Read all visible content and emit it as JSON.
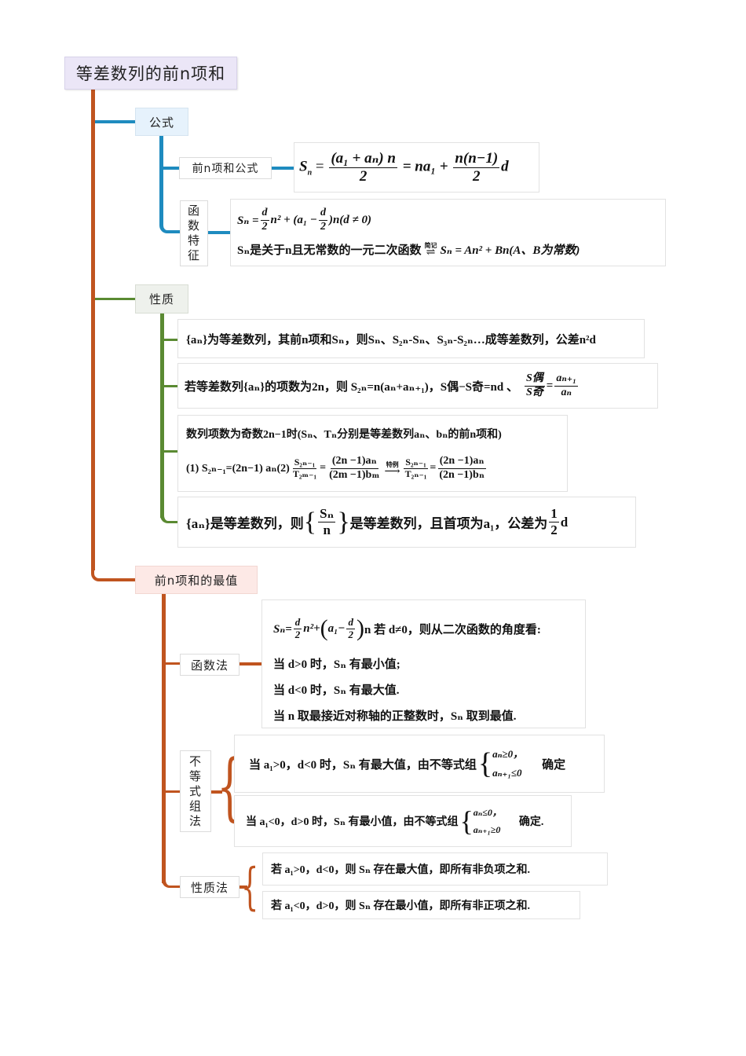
{
  "root": {
    "title": "等差数列的前n项和"
  },
  "colors": {
    "main_branch": "#c0541f",
    "formula_branch": "#1e8bbf",
    "property_branch": "#5a8a32",
    "root_bg": "#ebe6f7",
    "formula_bg": "#e6f2fc",
    "property_bg": "#eef1ec",
    "max_bg": "#fde9e6"
  },
  "formula": {
    "label": "公式",
    "sum_formula": {
      "label": "前n项和公式",
      "lhs": "S",
      "lhs_sub": "n",
      "frac1_num": "(a₁ + aₙ) n",
      "frac1_den": "2",
      "mid": "= na₁ +",
      "frac2_num": "n(n−1)",
      "frac2_den": "2",
      "tail": "d"
    },
    "function_feature": {
      "label_chars": [
        "函",
        "数",
        "特",
        "征"
      ],
      "line1_prefix": "Sₙ =",
      "line1_frac_num": "d",
      "line1_frac_den": "2",
      "line1_mid": "n² + (a₁ −",
      "line1_frac2_num": "d",
      "line1_frac2_den": "2",
      "line1_tail": ")n(d ≠ 0)",
      "line2_left": "Sₙ是关于n且无常数的一元二次函数",
      "arrow_label": "简记",
      "line2_right": "Sₙ = An² + Bn(A、B为常数)"
    }
  },
  "properties": {
    "label": "性质",
    "items": [
      {
        "text": "{aₙ}为等差数列，其前n项和Sₙ，则Sₙ、S₂ₙ-Sₙ、S₃ₙ-S₂ₙ…成等差数列，公差n²d"
      },
      {
        "text": "若等差数列{aₙ}的项数为2n，则 S₂ₙ=n(aₙ+aₙ₊₁)，S偶−S奇=nd 、",
        "frac_num_left": "S偶",
        "frac_den_left": "S奇",
        "eq": "=",
        "frac_num_right": "aₙ₊₁",
        "frac_den_right": "aₙ"
      },
      {
        "line1": "数列项数为奇数2n−1时(Sₙ、Tₙ分别是等差数列aₙ、bₙ的前n项和)",
        "line2_part1": "(1) S₂ₙ₋₁=(2n−1) aₙ(2)",
        "f1_num": "S₂ₙ₋₁",
        "f1_den": "T₂ₘ₋₁",
        "f2_num": "(2n −1)aₙ",
        "f2_den": "(2m −1)bₘ",
        "arrow_label": "特例",
        "f3_num": "S₂ₙ₋₁",
        "f3_den": "T₂ₙ₋₁",
        "f4_num": "(2n −1)aₙ",
        "f4_den": "(2n −1)bₙ"
      },
      {
        "part1": "{aₙ}是等差数列，则",
        "brace_num": "Sₙ",
        "brace_den": "n",
        "part2": "是等差数列，且首项为a₁，公差为",
        "half_num": "1",
        "half_den": "2",
        "tail": "d"
      }
    ]
  },
  "max_value": {
    "label": "前n项和的最值",
    "function_method": {
      "label": "函数法",
      "line1_prefix": "Sₙ=",
      "line1_frac_num": "d",
      "line1_frac_den": "2",
      "line1_mid": "n²+",
      "line1_paren": "a₁−",
      "line1_paren_frac_num": "d",
      "line1_paren_frac_den": "2",
      "line1_tail": "n 若 d≠0，则从二次函数的角度看:",
      "line2": "当 d>0 时，Sₙ 有最小值;",
      "line3": "当 d<0 时，Sₙ 有最大值.",
      "line4": "当 n 取最接近对称轴的正整数时，Sₙ 取到最值."
    },
    "inequality_method": {
      "label_chars": [
        "不",
        "等",
        "式",
        "组",
        "法"
      ],
      "case1": {
        "text": "当 a₁>0，d<0 时，Sₙ 有最大值，由不等式组",
        "cond1": "aₙ≥0，",
        "cond2": "aₙ₊₁≤0",
        "tail": "确定"
      },
      "case2": {
        "text": "当 a₁<0，d>0 时，Sₙ 有最小值，由不等式组",
        "cond1": "aₙ≤0，",
        "cond2": "aₙ₊₁≥0",
        "tail": "确定."
      }
    },
    "property_method": {
      "label": "性质法",
      "case1": "若 a₁>0，d<0，则 Sₙ 存在最大值，即所有非负项之和.",
      "case2": "若 a₁<0，d>0，则 Sₙ 存在最小值，即所有非正项之和."
    }
  }
}
